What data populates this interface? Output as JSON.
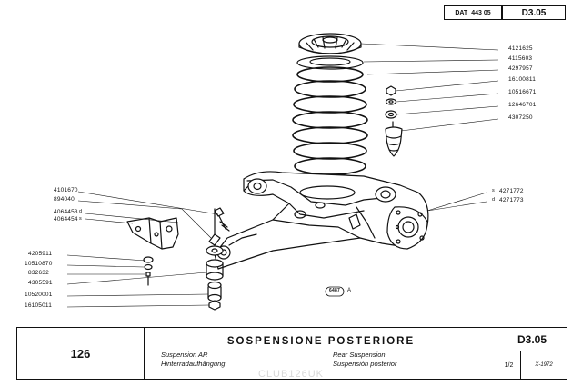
{
  "header": {
    "dat_prefix": "DAT",
    "dat_number": "443 05",
    "sheet_code": "D3.05"
  },
  "right_part_numbers": [
    "4121625",
    "4115603",
    "4297957",
    "16100811",
    "10516671",
    "12646701",
    "4307250"
  ],
  "right_lower_numbers": [
    "4271772",
    "4271773"
  ],
  "right_lower_marks": [
    "s",
    "d"
  ],
  "left_upper_numbers": [
    "4101670",
    "894040",
    "4064453",
    "4064454"
  ],
  "left_upper_marks": [
    "d",
    "s"
  ],
  "left_lower_numbers": [
    "4205911",
    "10510870",
    "832632",
    "4305591",
    "10520001",
    "16105011"
  ],
  "drawing_ref": {
    "code": "6487",
    "letter": "A"
  },
  "title_block": {
    "page_number": "126",
    "main_title": "SOSPENSIONE POSTERIORE",
    "subtitle_fr": "Suspension AR",
    "subtitle_de": "Hinterradaufhängung",
    "subtitle_en": "Rear Suspension",
    "subtitle_es": "Suspensión posterior",
    "code": "D3.05",
    "sheet": "1/2",
    "date": "X-1972"
  },
  "watermark": "CLUB126UK"
}
